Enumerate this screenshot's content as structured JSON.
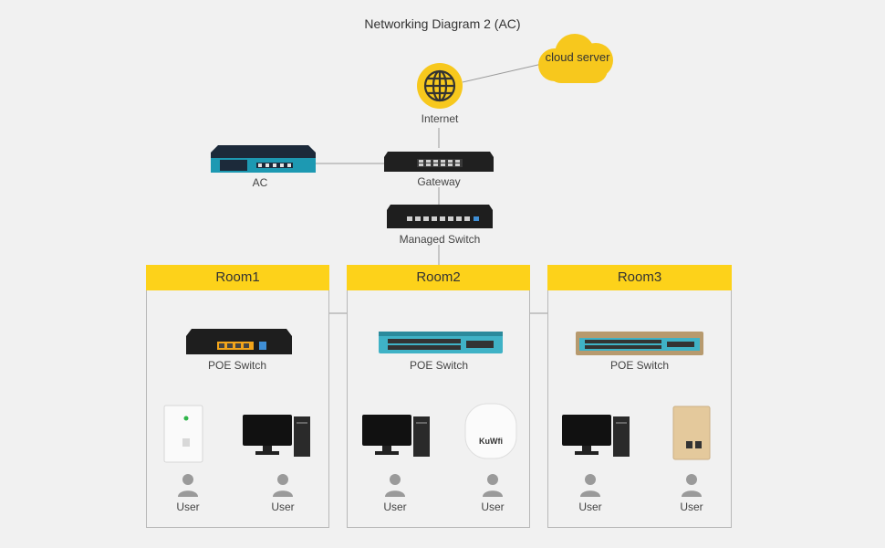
{
  "title": "Networking Diagram 2 (AC)",
  "nodes": {
    "cloud": "cloud server",
    "internet": "Internet",
    "ac": "AC",
    "gateway": "Gateway",
    "managed_switch": "Managed Switch"
  },
  "rooms": [
    {
      "name": "Room1",
      "switch_label": "POE Switch",
      "left_user": "User",
      "right_user": "User"
    },
    {
      "name": "Room2",
      "switch_label": "POE Switch",
      "left_user": "User",
      "right_user": "User",
      "ap_brand": "KuWfi"
    },
    {
      "name": "Room3",
      "switch_label": "POE Switch",
      "left_user": "User",
      "right_user": "User"
    }
  ],
  "colors": {
    "accent": "#fdd21a",
    "background": "#f1f1f1",
    "border": "#b8b8b8"
  },
  "icons": [
    "globe-icon",
    "cloud-icon",
    "user-icon",
    "router-icon",
    "switch-icon",
    "monitor-icon",
    "access-point-icon"
  ]
}
